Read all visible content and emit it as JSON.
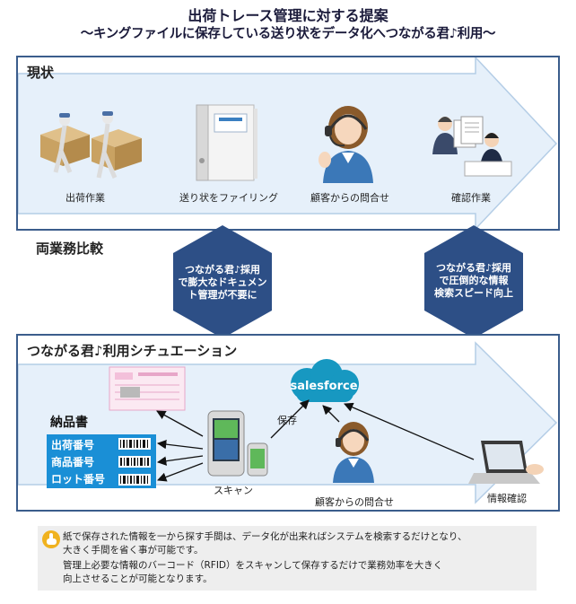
{
  "title": {
    "line1": "出荷トレース管理に対する提案",
    "line2": "～キングファイルに保存している送り状をデータ化へつながる君♪利用～"
  },
  "current": {
    "label": "現状",
    "steps": [
      "出荷作業",
      "送り状をファイリング",
      "顧客からの問合せ",
      "確認作業"
    ]
  },
  "compare": {
    "label": "両業務比較",
    "hex1": [
      "つながる君♪採用",
      "で膨大なドキュメン",
      "ト管理が不要に"
    ],
    "hex2": [
      "つながる君♪採用",
      "で圧倒的な情報",
      "検索スピード向上"
    ]
  },
  "situation": {
    "label": "つながる君♪利用シチュエーション",
    "delivery_note_title": "納品書",
    "fields": [
      "出荷番号",
      "商品番号",
      "ロット番号"
    ],
    "scan_label": "スキャン",
    "save_label": "保存",
    "cloud_label": "salesforce",
    "inquiry_label": "顧客からの問合せ",
    "confirm_label": "情報確認"
  },
  "note": {
    "lines": [
      "紙で保存された情報を一から探す手間は、データ化が出来ればシステムを検索するだけとなり、",
      "大きく手間を省く事が可能です。",
      "管理上必要な情報のバーコード（RFID）をスキャンして保存するだけで業務効率を大きく",
      "向上させることが可能となります。"
    ]
  },
  "colors": {
    "panel_border": "#3b5d8c",
    "hexagon": "#2d4f86",
    "arrow_fill": "#e6f0fa",
    "arrow_stroke": "#b4cde6",
    "field_bg": "#1a8fd6",
    "cloud": "#1798c1"
  }
}
